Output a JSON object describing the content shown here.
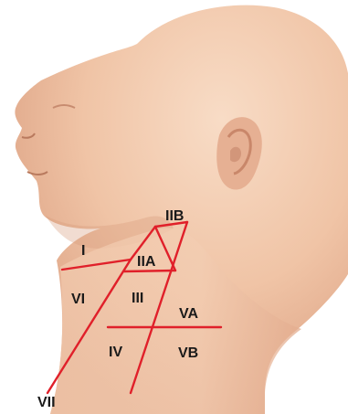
{
  "image": {
    "subject": "side-profile-head-and-neck",
    "line_color": "#e0202a",
    "skin_color": "#f1c6a9",
    "background_color": "#ffffff"
  },
  "levels": [
    {
      "id": "I",
      "label": "I"
    },
    {
      "id": "IIA",
      "label": "IIA"
    },
    {
      "id": "IIB",
      "label": "IIB"
    },
    {
      "id": "III",
      "label": "III"
    },
    {
      "id": "IV",
      "label": "IV"
    },
    {
      "id": "VA",
      "label": "VA"
    },
    {
      "id": "VB",
      "label": "VB"
    },
    {
      "id": "VI",
      "label": "VI"
    },
    {
      "id": "VII",
      "label": "VII"
    }
  ]
}
